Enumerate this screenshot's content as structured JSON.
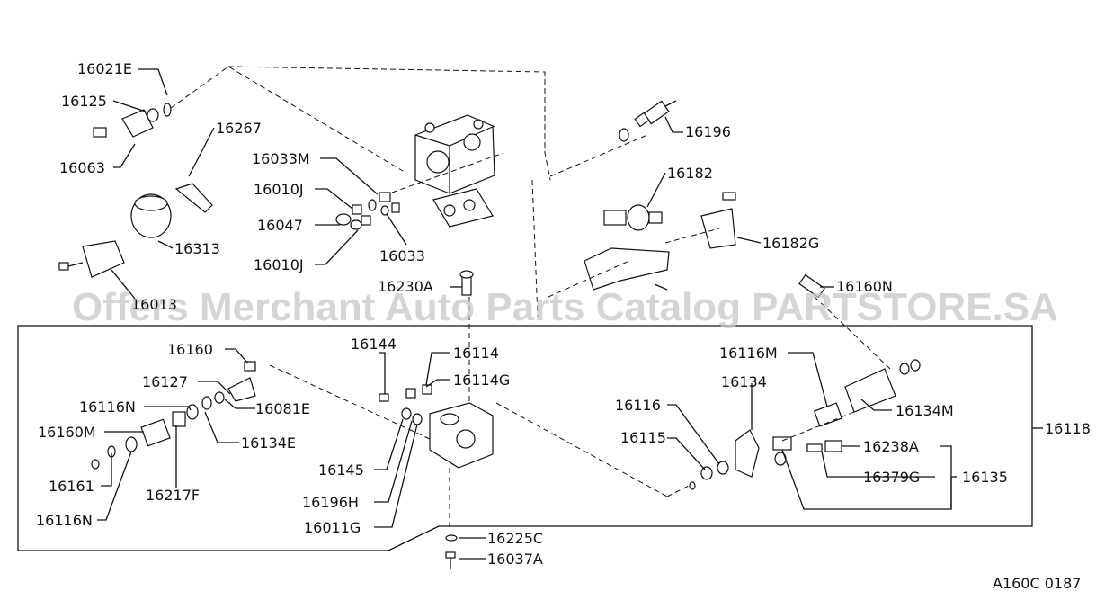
{
  "watermark": "Offers Merchant Auto Parts Catalog PARTSTORE.SA",
  "diagram_code": "A160C 0187",
  "callouts": {
    "p16021E": "16021E",
    "p16125": "16125",
    "p16063": "16063",
    "p16267": "16267",
    "p16313": "16313",
    "p16013": "16013",
    "p16033M": "16033M",
    "p16010J_a": "16010J",
    "p16047": "16047",
    "p16010J_b": "16010J",
    "p16033": "16033",
    "p16196_top": "16196",
    "p16182": "16182",
    "p16182G": "16182G",
    "p16230A": "16230A",
    "p16160N": "16160N",
    "p16160": "16160",
    "p16127": "16127",
    "p16116N_a": "16116N",
    "p16081E": "16081E",
    "p16160M": "16160M",
    "p16134E": "16134E",
    "p16161": "16161",
    "p16217F": "16217F",
    "p16116N_b": "16116N",
    "p16144": "16144",
    "p16114": "16114",
    "p16114G": "16114G",
    "p16145": "16145",
    "p16196H": "16196H",
    "p16011G": "16011G",
    "p16116M": "16116M",
    "p16134": "16134",
    "p16134M": "16134M",
    "p16116": "16116",
    "p16115": "16115",
    "p16238A": "16238A",
    "p16379G": "16379G",
    "p16135": "16135",
    "p16118": "16118",
    "p16225C": "16225C",
    "p16037A": "16037A"
  }
}
